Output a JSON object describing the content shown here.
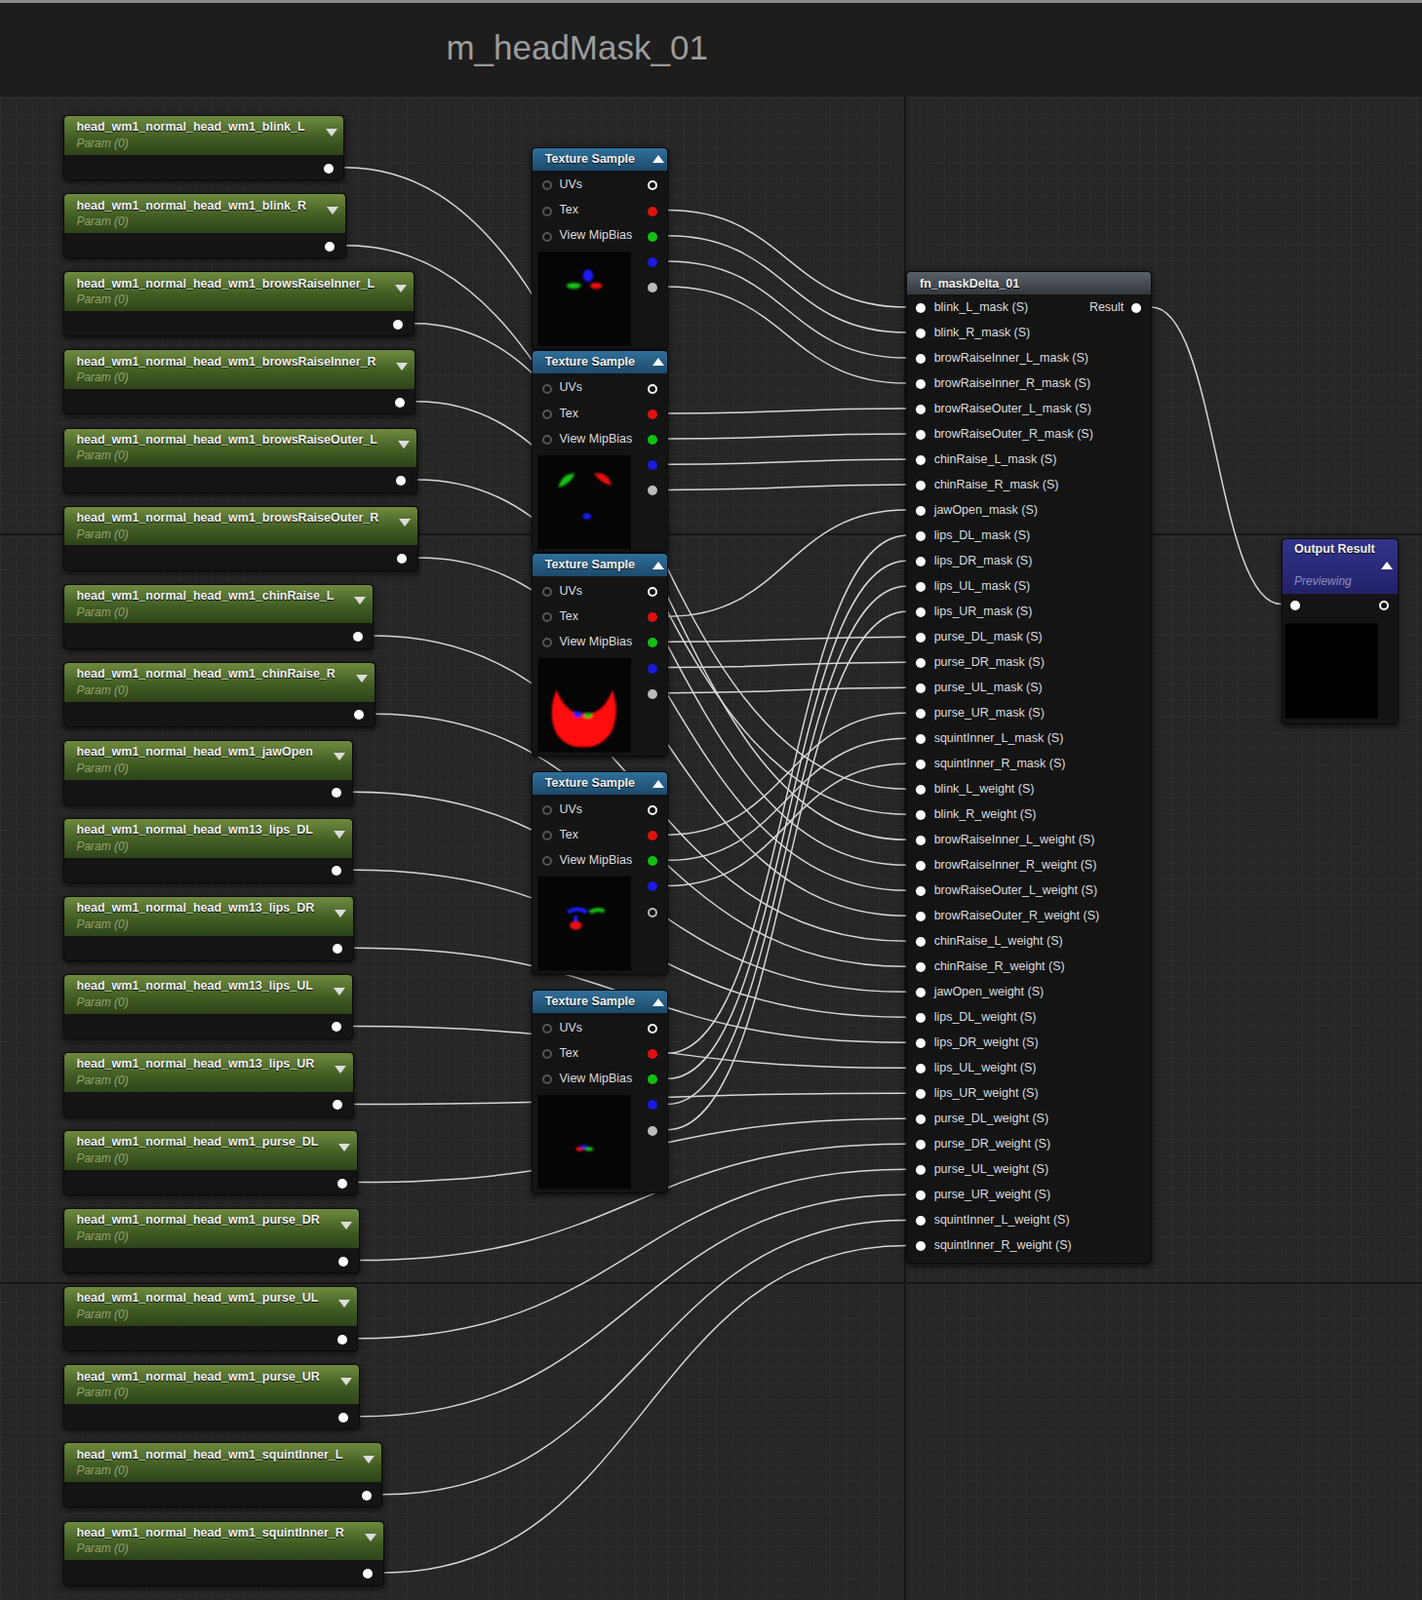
{
  "diagram": {
    "title": "m_headMask_01",
    "nodes": [
      {
        "text": [
          "head_wm1_normal_head_wm1_blink_L",
          "Param (0)"
        ]
      },
      {
        "text": [
          "head_wm1_normal_head_wm1_blink_R",
          "Param (0)"
        ]
      },
      {
        "text": [
          "head_wm1_normal_head_wm1_browsRaiseInner_L",
          "Param (0)"
        ]
      },
      {
        "text": [
          "head_wm1_normal_head_wm1_browsRaiseInner_R",
          "Param (0)"
        ]
      },
      {
        "text": [
          "head_wm1_normal_head_wm1_browsRaiseOuter_L",
          "Param (0)"
        ]
      },
      {
        "text": [
          "head_wm1_normal_head_wm1_browsRaiseOuter_R",
          "Param (0)"
        ]
      },
      {
        "text": [
          "head_wm1_normal_head_wm1_chinRaise_L",
          "Param (0)"
        ]
      },
      {
        "text": [
          "head_wm1_normal_head_wm1_chinRaise_R",
          "Param (0)"
        ]
      },
      {
        "text": [
          "head_wm1_normal_head_wm1_jawOpen",
          "Param (0)"
        ]
      },
      {
        "text": [
          "head_wm1_normal_head_wm13_lips_DL",
          "Param (0)"
        ]
      },
      {
        "text": [
          "head_wm1_normal_head_wm13_lips_DR",
          "Param (0)"
        ]
      },
      {
        "text": [
          "head_wm1_normal_head_wm13_lips_UL",
          "Param (0)"
        ]
      },
      {
        "text": [
          "head_wm1_normal_head_wm13_lips_UR",
          "Param (0)"
        ]
      },
      {
        "text": [
          "head_wm1_normal_head_wm1_purse_DL",
          "Param (0)"
        ]
      },
      {
        "text": [
          "head_wm1_normal_head_wm1_purse_DR",
          "Param (0)"
        ]
      },
      {
        "text": [
          "head_wm1_normal_head_wm1_purse_UL",
          "Param (0)"
        ]
      },
      {
        "text": [
          "head_wm1_normal_head_wm1_purse_UR",
          "Param (0)"
        ]
      },
      {
        "text": [
          "head_wm1_normal_head_wm1_squintInner_L",
          "Param (0)"
        ]
      },
      {
        "text": [
          "head_wm1_normal_head_wm1_squintInner_R",
          "Param (0)"
        ]
      },
      {
        "text": [
          "Texture Sample",
          "UVs",
          "Tex",
          "View MipBias"
        ]
      },
      {
        "text": [
          "Texture Sample",
          "UVs",
          "Tex",
          "View MipBias"
        ]
      },
      {
        "text": [
          "Texture Sample",
          "UVs",
          "Tex",
          "View MipBias"
        ]
      },
      {
        "text": [
          "Texture Sample",
          "UVs",
          "Tex",
          "View MipBias"
        ]
      },
      {
        "text": [
          "Texture Sample",
          "UVs",
          "Tex",
          "View MipBias"
        ]
      },
      {
        "text": [
          "fn_maskDelta_01",
          "Result",
          "blink_L_mask (S)",
          "blink_R_mask (S)",
          "browRaiseInner_L_mask (S)",
          "browRaiseInner_R_mask (S)",
          "browRaiseOuter_L_mask (S)",
          "browRaiseOuter_R_mask (S)",
          "chinRaise_L_mask (S)",
          "chinRaise_R_mask (S)",
          "jawOpen_mask (S)",
          "lips_DL_mask (S)",
          "lips_DR_mask (S)",
          "lips_UL_mask (S)",
          "lips_UR_mask (S)",
          "purse_DL_mask (S)",
          "purse_DR_mask (S)",
          "purse_UL_mask (S)",
          "purse_UR_mask (S)",
          "squintInner_L_mask (S)",
          "squintInner_R_mask (S)",
          "blink_L_weight (S)",
          "blink_R_weight (S)",
          "browRaiseInner_L_weight (S)",
          "browRaiseInner_R_weight (S)",
          "browRaiseOuter_L_weight (S)",
          "browRaiseOuter_R_weight (S)",
          "chinRaise_L_weight (S)",
          "chinRaise_R_weight (S)",
          "jawOpen_weight (S)",
          "lips_DL_weight (S)",
          "lips_DR_weight (S)",
          "lips_UL_weight (S)",
          "lips_UR_weight (S)",
          "purse_DL_weight (S)",
          "purse_DR_weight (S)",
          "purse_UL_weight (S)",
          "purse_UR_weight (S)",
          "squintInner_L_weight (S)",
          "squintInner_R_weight (S)"
        ]
      },
      {
        "text": [
          "Output Result",
          "Previewing"
        ]
      }
    ],
    "edges": [
      {
        "from": 19,
        "to": 24,
        "arrow": "none"
      },
      {
        "from": 19,
        "to": 24,
        "arrow": "none"
      },
      {
        "from": 19,
        "to": 24,
        "arrow": "none"
      },
      {
        "from": 19,
        "to": 24,
        "arrow": "none"
      },
      {
        "from": 20,
        "to": 24,
        "arrow": "none"
      },
      {
        "from": 20,
        "to": 24,
        "arrow": "none"
      },
      {
        "from": 20,
        "to": 24,
        "arrow": "none"
      },
      {
        "from": 20,
        "to": 24,
        "arrow": "none"
      },
      {
        "from": 21,
        "to": 24,
        "arrow": "none"
      },
      {
        "from": 21,
        "to": 24,
        "arrow": "none"
      },
      {
        "from": 21,
        "to": 24,
        "arrow": "none"
      },
      {
        "from": 21,
        "to": 24,
        "arrow": "none"
      },
      {
        "from": 22,
        "to": 24,
        "arrow": "none"
      },
      {
        "from": 22,
        "to": 24,
        "arrow": "none"
      },
      {
        "from": 22,
        "to": 24,
        "arrow": "none"
      },
      {
        "from": 23,
        "to": 24,
        "arrow": "none"
      },
      {
        "from": 23,
        "to": 24,
        "arrow": "none"
      },
      {
        "from": 23,
        "to": 24,
        "arrow": "none"
      },
      {
        "from": 23,
        "to": 24,
        "arrow": "none"
      },
      {
        "from": 0,
        "to": 24,
        "arrow": "none"
      },
      {
        "from": 1,
        "to": 24,
        "arrow": "none"
      },
      {
        "from": 2,
        "to": 24,
        "arrow": "none"
      },
      {
        "from": 3,
        "to": 24,
        "arrow": "none"
      },
      {
        "from": 4,
        "to": 24,
        "arrow": "none"
      },
      {
        "from": 5,
        "to": 24,
        "arrow": "none"
      },
      {
        "from": 6,
        "to": 24,
        "arrow": "none"
      },
      {
        "from": 7,
        "to": 24,
        "arrow": "none"
      },
      {
        "from": 8,
        "to": 24,
        "arrow": "none"
      },
      {
        "from": 9,
        "to": 24,
        "arrow": "none"
      },
      {
        "from": 10,
        "to": 24,
        "arrow": "none"
      },
      {
        "from": 11,
        "to": 24,
        "arrow": "none"
      },
      {
        "from": 12,
        "to": 24,
        "arrow": "none"
      },
      {
        "from": 13,
        "to": 24,
        "arrow": "none"
      },
      {
        "from": 14,
        "to": 24,
        "arrow": "none"
      },
      {
        "from": 15,
        "to": 24,
        "arrow": "none"
      },
      {
        "from": 16,
        "to": 24,
        "arrow": "none"
      },
      {
        "from": 17,
        "to": 24,
        "arrow": "none"
      },
      {
        "from": 18,
        "to": 24,
        "arrow": "none"
      },
      {
        "from": 24,
        "to": 25,
        "arrow": "none"
      }
    ]
  }
}
